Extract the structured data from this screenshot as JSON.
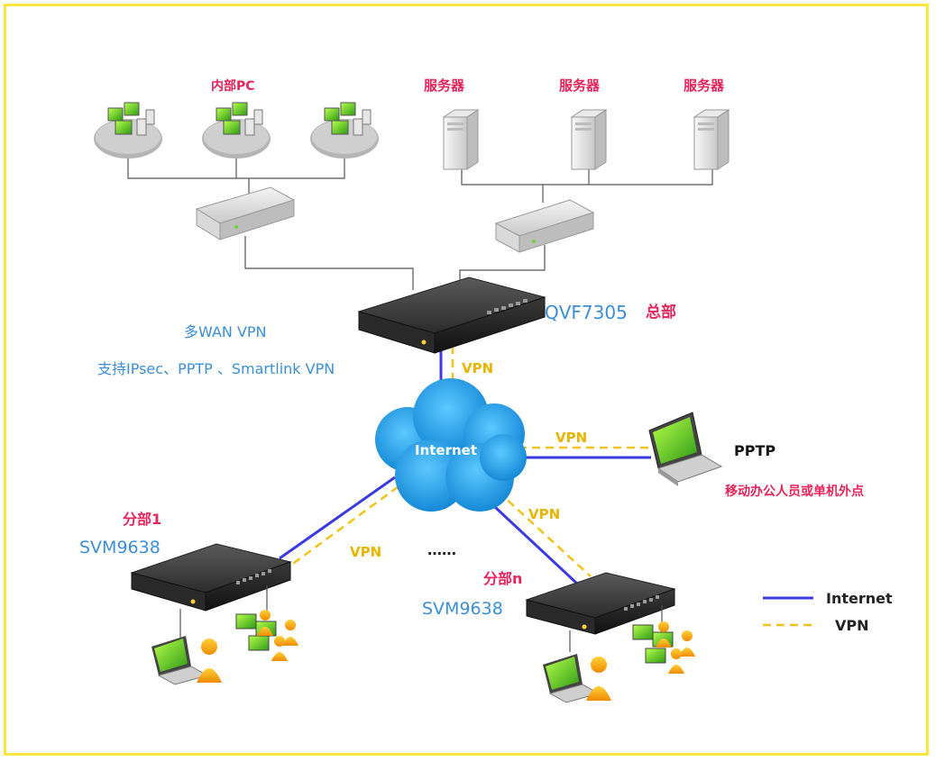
{
  "colors": {
    "border": "#ffe53c",
    "internet_link": "#3a3ae0",
    "vpn_link": "#f2c21b",
    "label_pink": "#e8245a",
    "label_blue": "#3b8fd8",
    "label_gold": "#e8b400",
    "cloud": "#1e9fe6"
  },
  "hq": {
    "pc_group_label": "内部PC",
    "server_labels": [
      "服务器",
      "服务器",
      "服务器"
    ],
    "device_model": "QVF7305",
    "device_role": "总部",
    "feature_line1": "多WAN VPN",
    "feature_line2": "支持IPsec、PPTP 、Smartlink VPN"
  },
  "cloud": {
    "label": "Internet"
  },
  "links": {
    "vpn_label": "VPN"
  },
  "pptp": {
    "title": "PPTP",
    "subtitle": "移动办公人员或单机外点"
  },
  "branch1": {
    "name": "分部1",
    "model": "SVM9638"
  },
  "branchn": {
    "name": "分部n",
    "model": "SVM9638"
  },
  "ellipsis": "……",
  "legend": {
    "items": [
      {
        "label": "Internet",
        "style": "solid"
      },
      {
        "label": "VPN",
        "style": "dashed"
      }
    ]
  }
}
